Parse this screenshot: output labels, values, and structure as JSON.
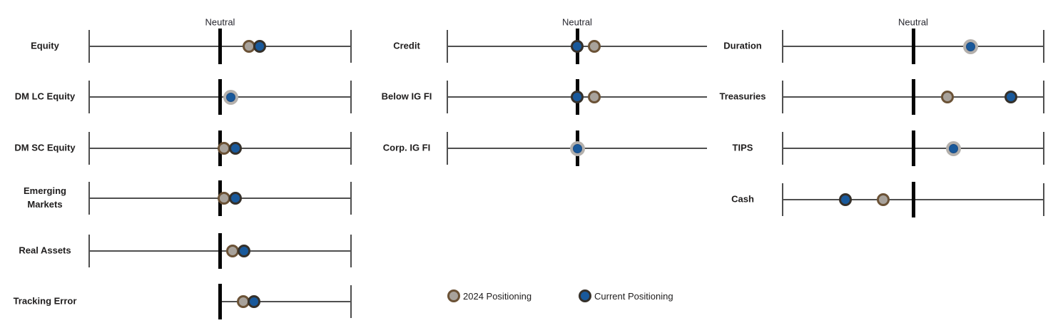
{
  "page": {
    "background": "#ffffff"
  },
  "colors": {
    "scale_line": "#4f4f4f",
    "neutral_tick": "#050505",
    "label_text": "#1f1d1d",
    "dot_2024_fill": "#a8a29b",
    "dot_2024_border": "#6b5236",
    "dot_current_fill": "#19599b",
    "dot_current_border": "#35302a",
    "halo_fill": "#b4b0ac",
    "halo_inner_border": "#1d4c82"
  },
  "chart_data": {
    "type": "scatter",
    "subtype": "tactical-positioning-dot-plot",
    "title": "",
    "scale": {
      "min": -1,
      "neutral": 0,
      "max": 1,
      "neutral_label": "Neutral",
      "gridlines": false
    },
    "legend": [
      {
        "label": "2024 Positioning",
        "fill": "#a8a29b",
        "border": "#6b5236"
      },
      {
        "label": "Current Positioning",
        "fill": "#19599b",
        "border": "#35302a"
      }
    ],
    "legend_position": "bottom-center",
    "columns": [
      {
        "neutral_label": "Neutral",
        "end_ticks": {
          "left": true,
          "right": true
        },
        "rows": [
          {
            "label": "Equity",
            "positioning_2024": 0.22,
            "positioning_current": 0.3,
            "line": "full"
          },
          {
            "label": "DM LC Equity",
            "positioning_2024": 0.08,
            "positioning_current": 0.08,
            "line": "full"
          },
          {
            "label": "DM SC Equity",
            "positioning_2024": 0.03,
            "positioning_current": 0.115,
            "line": "full"
          },
          {
            "label": "Emerging\nMarkets",
            "positioning_2024": 0.03,
            "positioning_current": 0.115,
            "line": "full"
          },
          {
            "label": "Real Assets",
            "positioning_2024": 0.095,
            "positioning_current": 0.18,
            "line": "full"
          },
          {
            "label": "Tracking Error",
            "positioning_2024": 0.175,
            "positioning_current": 0.26,
            "line": "right-half"
          }
        ]
      },
      {
        "neutral_label": "Neutral",
        "end_ticks": {
          "left": true,
          "right": false
        },
        "rows": [
          {
            "label": "Credit",
            "positioning_2024": 0.13,
            "positioning_current": 0.0,
            "line": "full"
          },
          {
            "label": "Below IG FI",
            "positioning_2024": 0.13,
            "positioning_current": 0.0,
            "line": "full"
          },
          {
            "label": "Corp. IG FI",
            "positioning_2024": 0.0,
            "positioning_current": 0.0,
            "line": "full"
          }
        ]
      },
      {
        "neutral_label": "Neutral",
        "end_ticks": {
          "left": true,
          "right": true
        },
        "rows": [
          {
            "label": "Duration",
            "positioning_2024": 0.44,
            "positioning_current": 0.44,
            "line": "full"
          },
          {
            "label": "Treasuries",
            "positioning_2024": 0.26,
            "positioning_current": 0.75,
            "line": "full"
          },
          {
            "label": "TIPS",
            "positioning_2024": 0.31,
            "positioning_current": 0.31,
            "line": "full"
          },
          {
            "label": "Cash",
            "positioning_2024": -0.23,
            "positioning_current": -0.52,
            "line": "full"
          }
        ]
      }
    ]
  }
}
